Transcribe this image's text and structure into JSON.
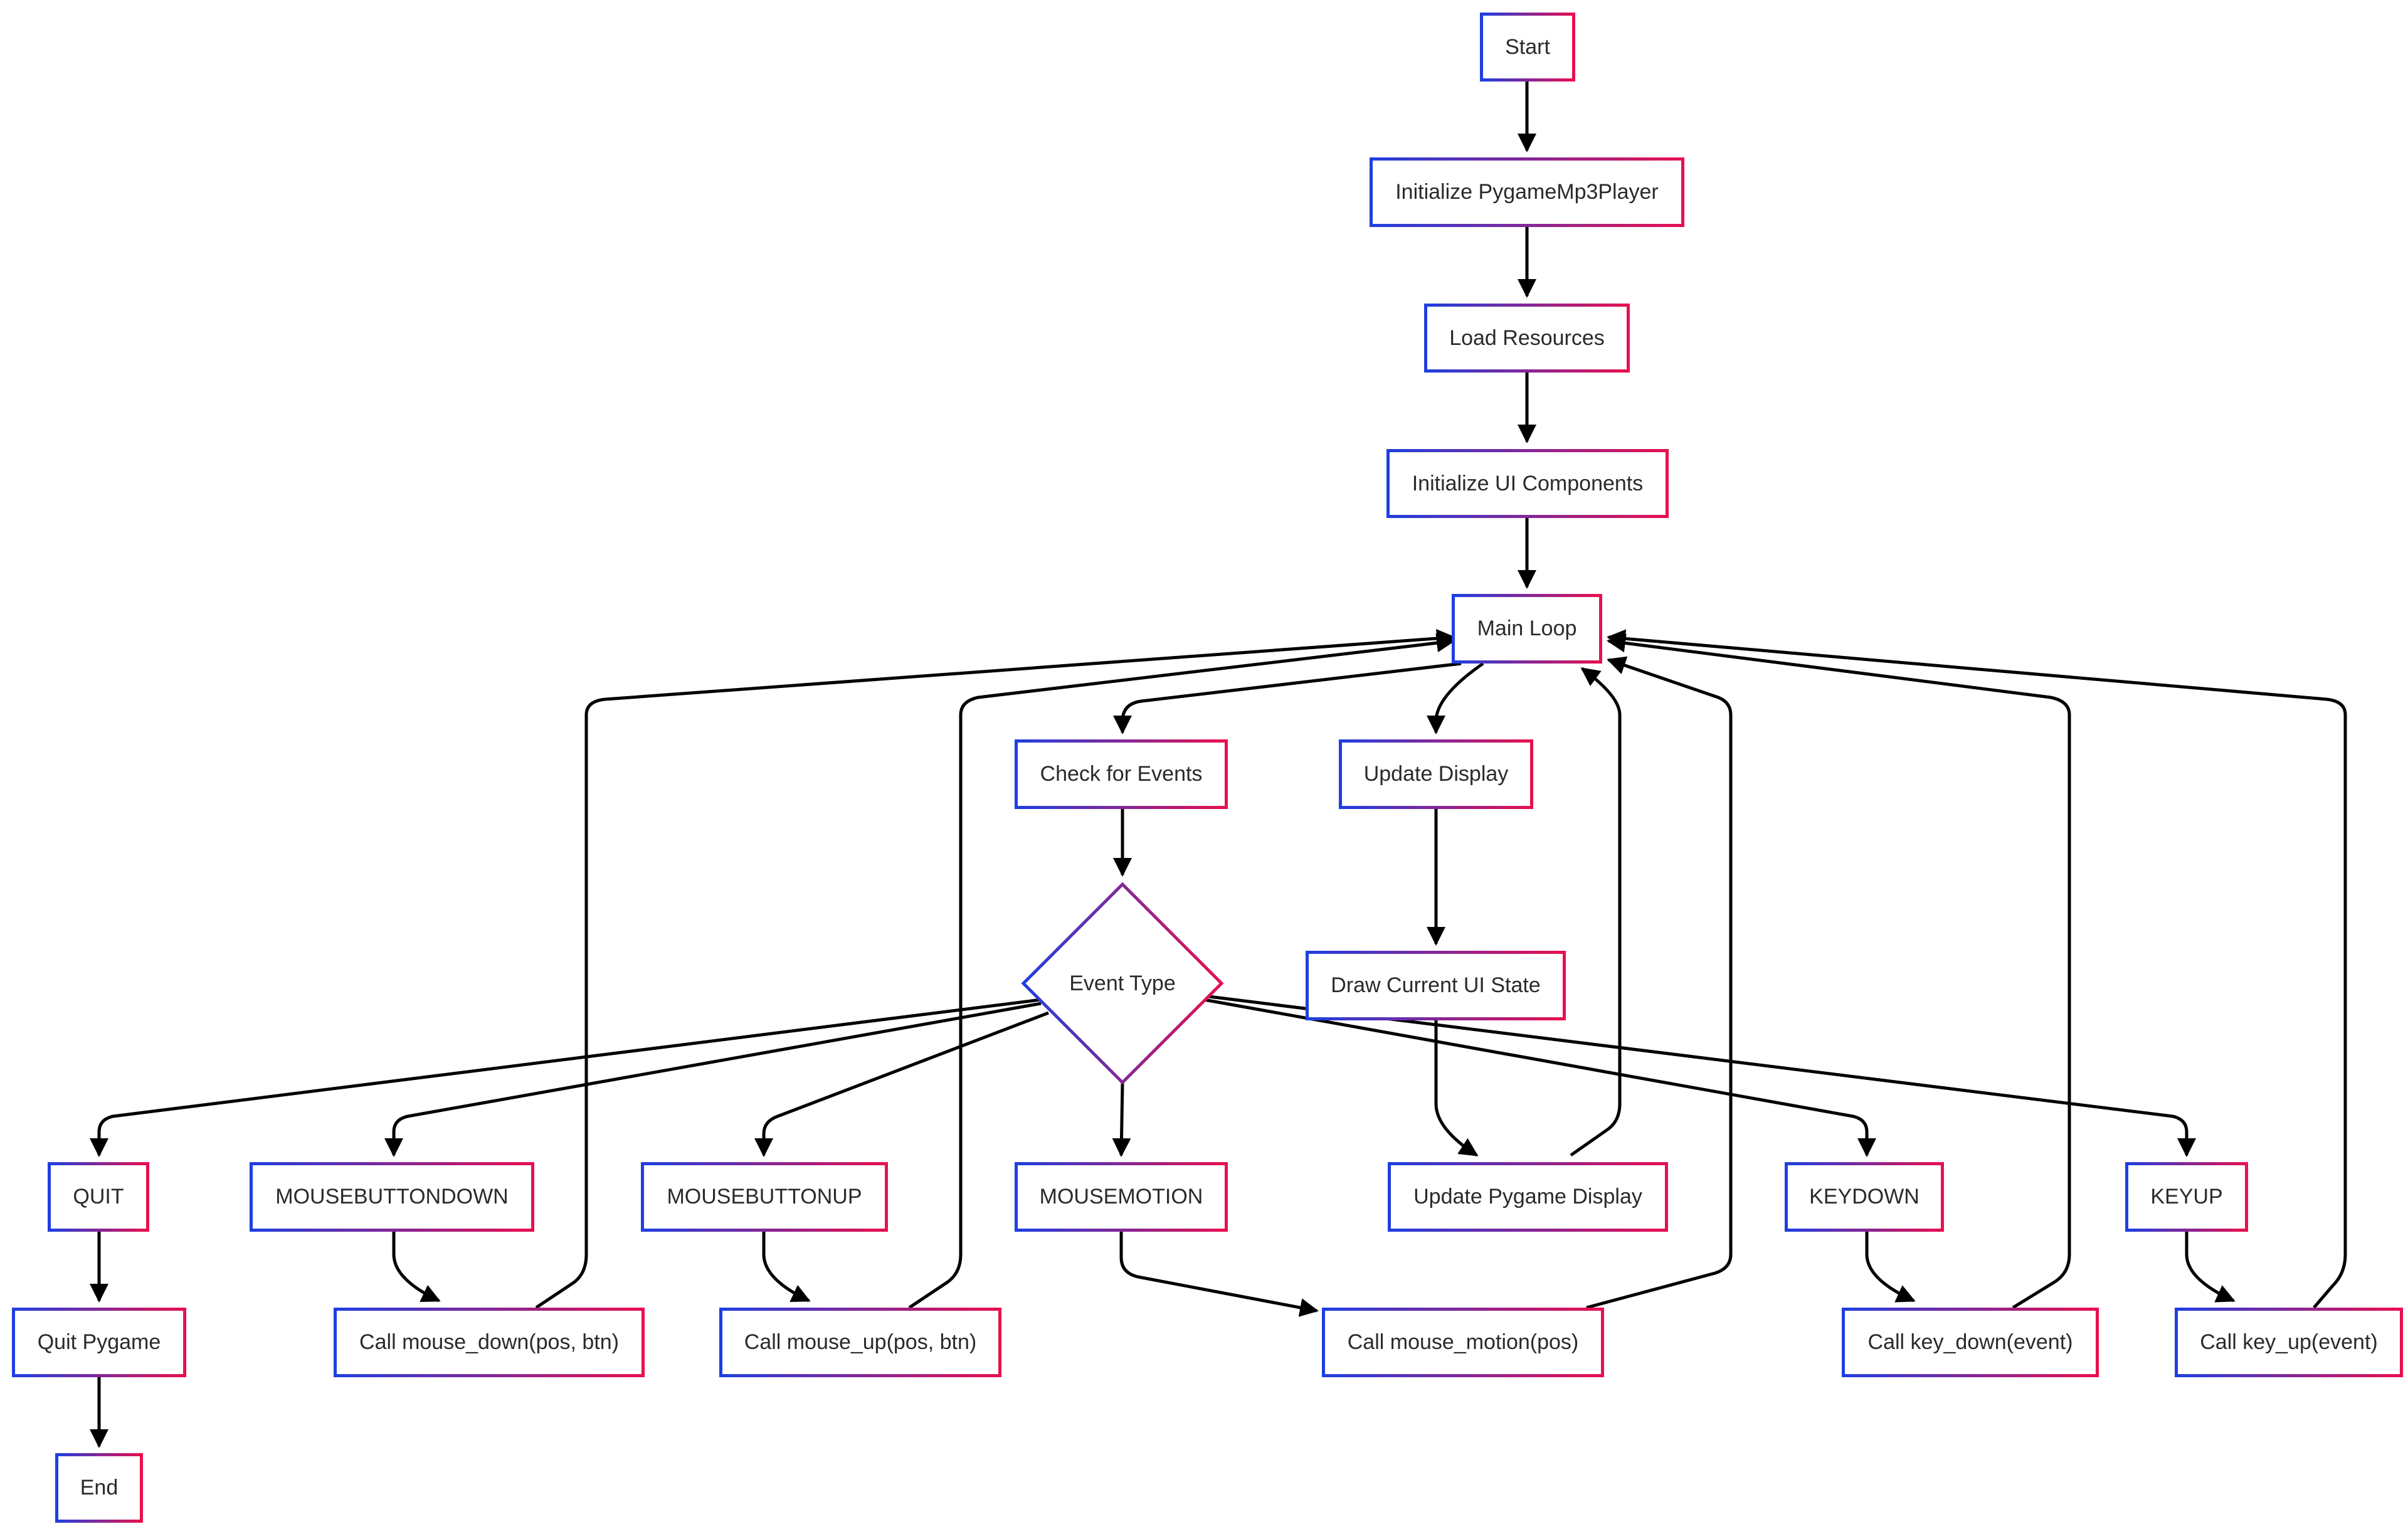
{
  "colors": {
    "border_start": "#1f3fe0",
    "border_end": "#e8104f",
    "edge": "#000000"
  },
  "nodes": {
    "start": "Start",
    "init_player": "Initialize PygameMp3Player",
    "load_resources": "Load Resources",
    "init_ui": "Initialize UI Components",
    "main_loop": "Main Loop",
    "check_events": "Check for Events",
    "update_display": "Update Display",
    "event_type": "Event Type",
    "draw_ui": "Draw Current UI State",
    "quit": "QUIT",
    "mousebuttondown": "MOUSEBUTTONDOWN",
    "mousebuttonup": "MOUSEBUTTONUP",
    "mousemotion": "MOUSEMOTION",
    "update_pygame_display": "Update Pygame Display",
    "keydown": "KEYDOWN",
    "keyup": "KEYUP",
    "quit_pygame": "Quit Pygame",
    "call_mouse_down": "Call mouse_down(pos, btn)",
    "call_mouse_up": "Call mouse_up(pos, btn)",
    "call_mouse_motion": "Call mouse_motion(pos)",
    "call_key_down": "Call key_down(event)",
    "call_key_up": "Call key_up(event)",
    "end": "End"
  }
}
